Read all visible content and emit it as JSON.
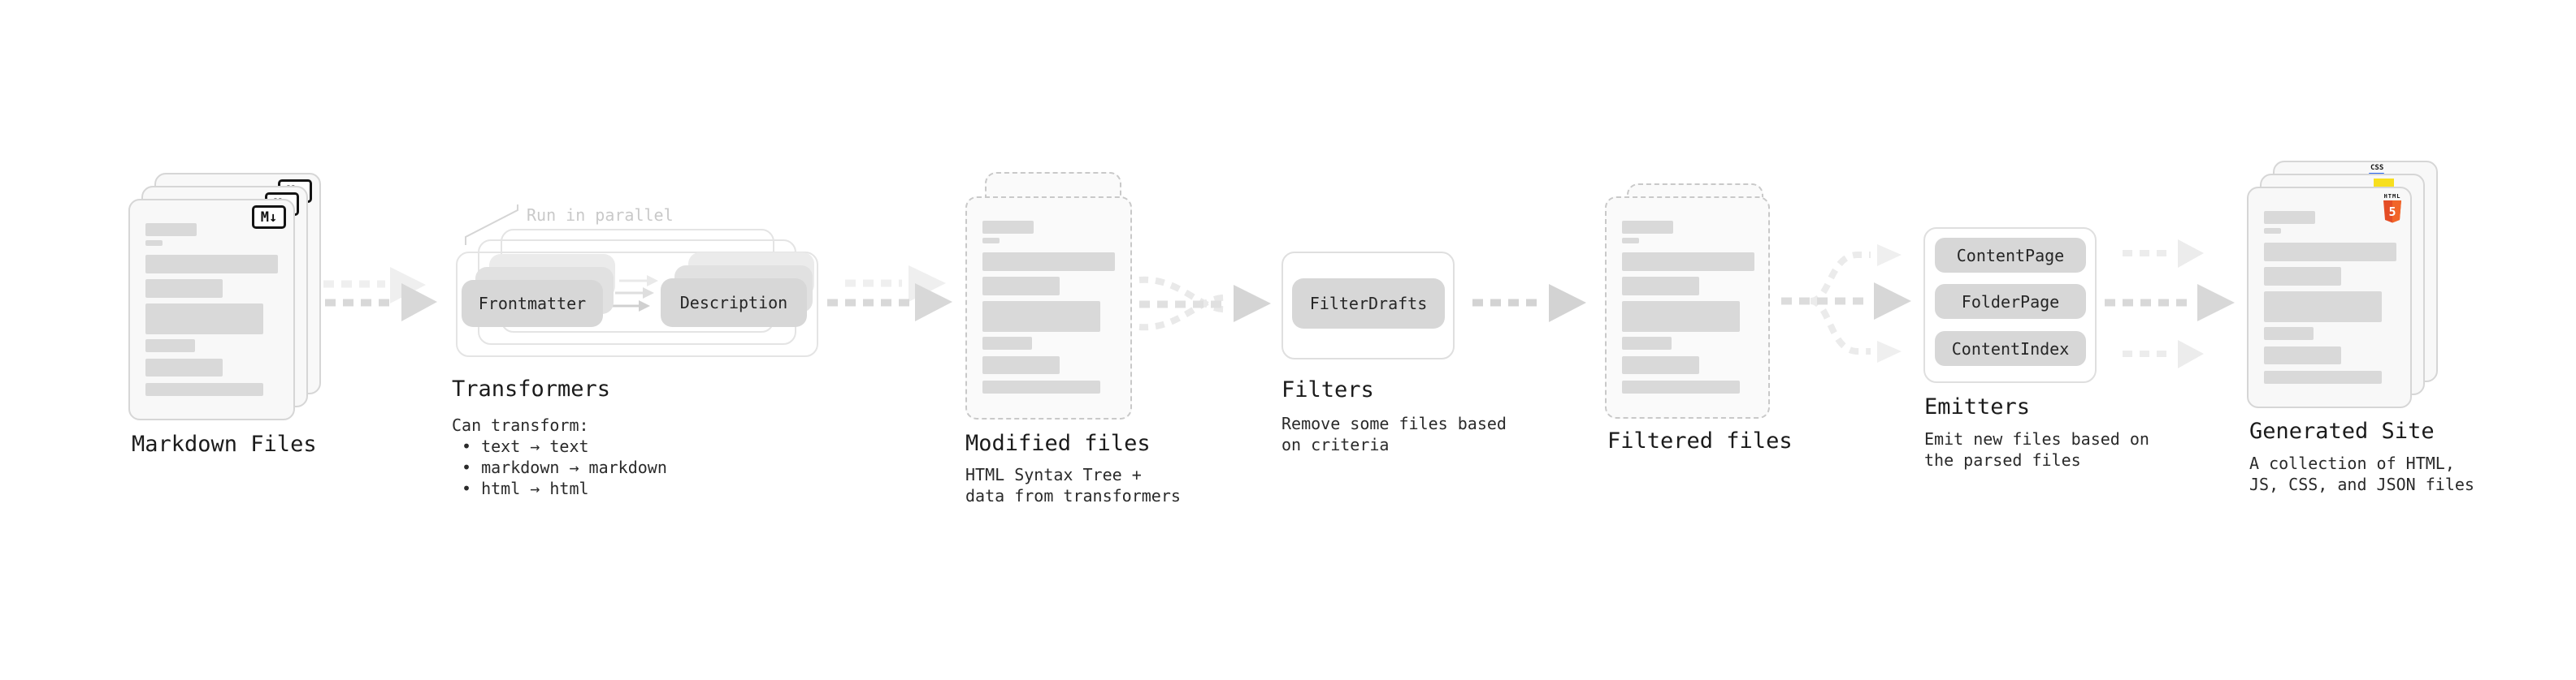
{
  "diagram": {
    "stages": {
      "markdown_files": {
        "title": "Markdown Files",
        "file_badge": "M↓"
      },
      "transformers": {
        "title": "Transformers",
        "annotation": "Run in parallel",
        "input_pill": "Frontmatter",
        "output_pill": "Description",
        "body": [
          "Can transform:",
          "• text → text",
          "• markdown → markdown",
          "• html → html"
        ]
      },
      "modified_files": {
        "title": "Modified files",
        "body": [
          "HTML Syntax Tree +",
          "data from transformers"
        ]
      },
      "filters": {
        "title": "Filters",
        "pill": "FilterDrafts",
        "body": [
          "Remove some files based",
          "on criteria"
        ]
      },
      "filtered_files": {
        "title": "Filtered files"
      },
      "emitters": {
        "title": "Emitters",
        "pills": [
          "ContentPage",
          "FolderPage",
          "ContentIndex"
        ],
        "body": [
          "Emit new files based on",
          "the parsed files"
        ]
      },
      "generated_site": {
        "title": "Generated Site",
        "body": [
          "A collection of HTML,",
          "JS, CSS, and JSON files"
        ],
        "badges": {
          "css": "CSS",
          "html_label": "HTML",
          "html_number": "5"
        }
      }
    },
    "colors": {
      "pill_gray": "#d7d7d7",
      "skeleton_gray": "#d9d9d9",
      "card_bg": "#f8f8f8",
      "card_border": "#d6d6d6",
      "dashed_border": "#c9c9c9",
      "arrow_gray": "#d8d8d8",
      "arrow_ghost": "#efefef",
      "annotation_gray": "#c9c9c9",
      "css_blue": "#2965f1",
      "js_yellow": "#f7df1e",
      "html_orange": "#e44d26",
      "html_orange_light": "#f16529"
    }
  }
}
